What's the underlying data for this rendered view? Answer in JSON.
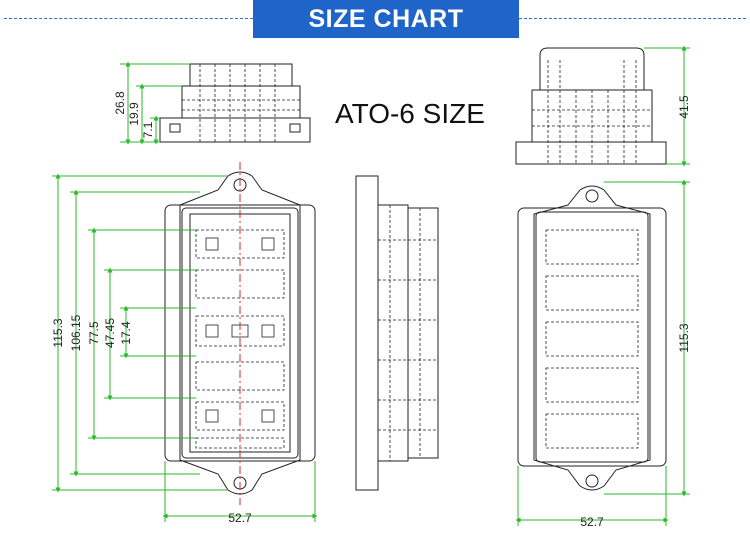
{
  "header": {
    "title": "SIZE CHART"
  },
  "model_label": "ATO-6 SIZE",
  "dimensions": {
    "side_heights": [
      "26.8",
      "19.9",
      "7.1"
    ],
    "front_height": "41.5",
    "overall_lengths": [
      "115.3",
      "106.15",
      "77.5",
      "47.45",
      "17.4"
    ],
    "right_length": "115.3",
    "widths": [
      "52.7",
      "52.7"
    ]
  },
  "colors": {
    "banner": "#1f64c8",
    "dimension_lines": "#28b828",
    "centerline": "#e02020",
    "outline": "#222222"
  }
}
